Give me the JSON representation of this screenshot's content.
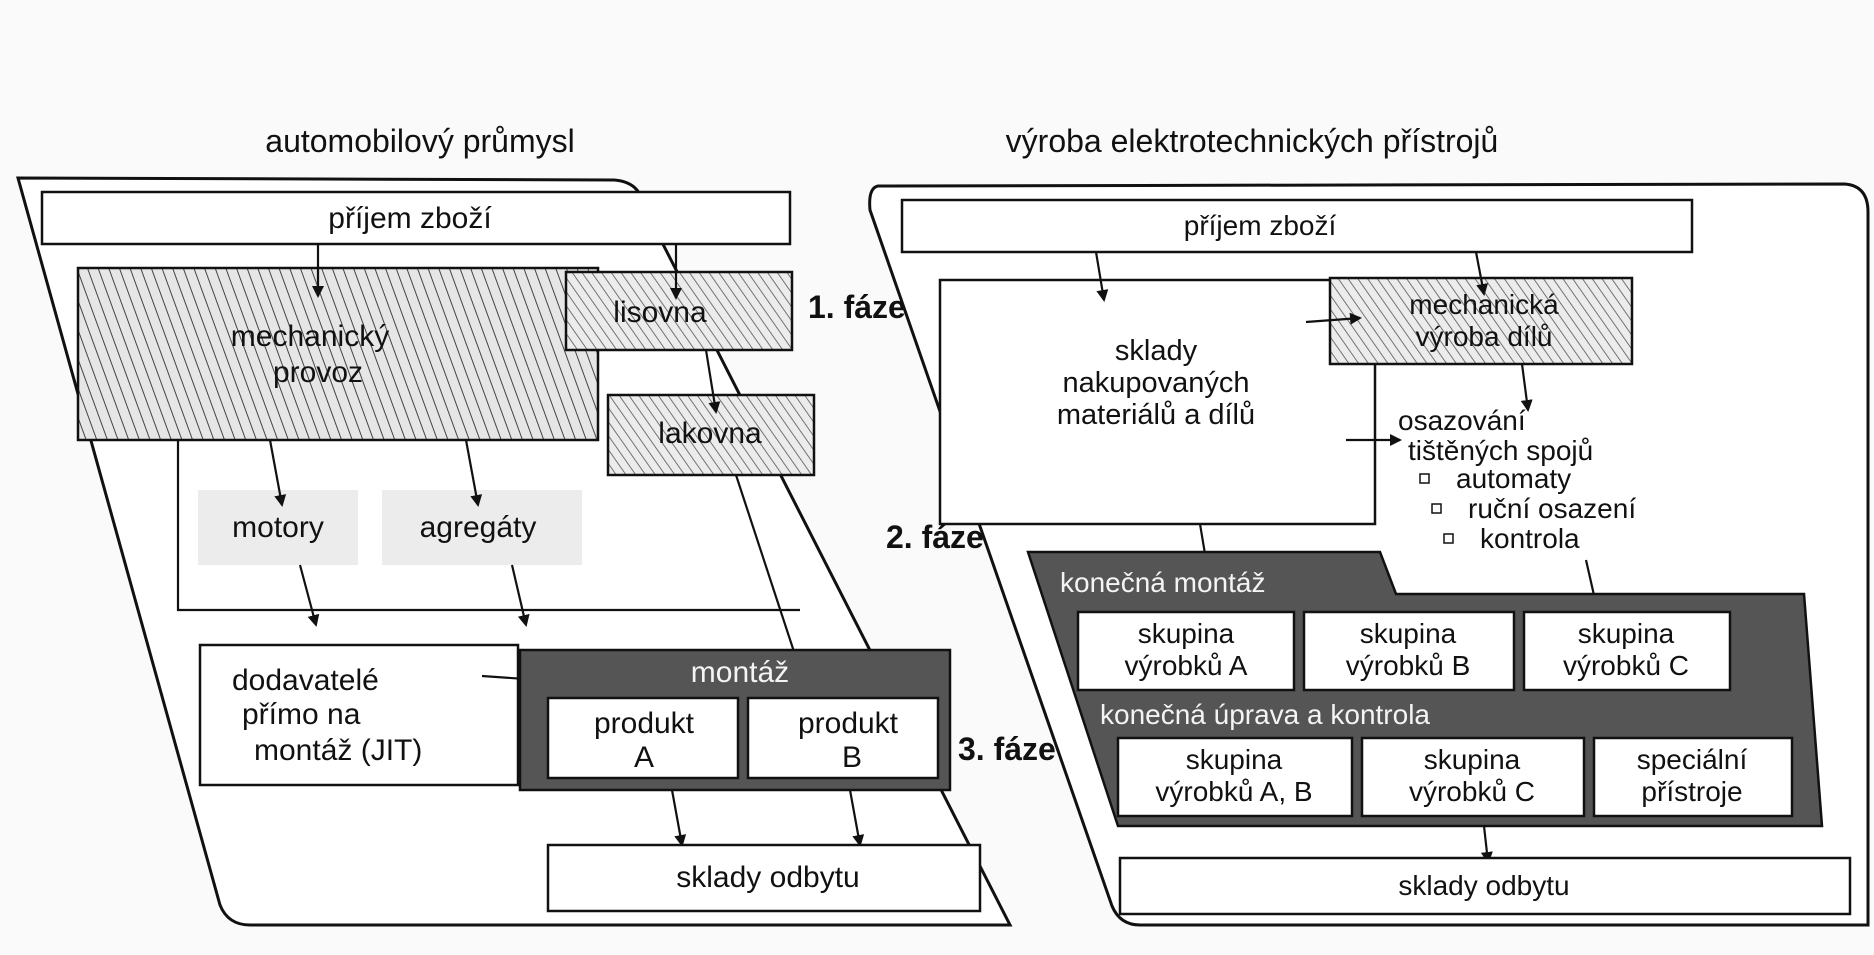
{
  "left": {
    "title": "automobilový průmysl",
    "receiving": "příjem zboží",
    "mechanical": [
      "mechanický",
      "provoz"
    ],
    "press_shop": "lisovna",
    "paint_shop": "lakovna",
    "engines": "motory",
    "aggregates": "agregáty",
    "suppliers": [
      "dodavatelé",
      "přímo na",
      "montáž (JIT)"
    ],
    "assembly": "montáž",
    "product_a": [
      "produkt",
      "A"
    ],
    "product_b": [
      "produkt",
      "B"
    ],
    "warehouse": "sklady odbytu"
  },
  "phases": {
    "phase1": "1. fáze",
    "phase2": "2. fáze",
    "phase3": "3. fáze"
  },
  "right": {
    "title": "výroba elektrotechnických přístrojů",
    "receiving": "příjem zboží",
    "stores": [
      "sklady",
      "nakupovaných",
      "materiálů a dílů"
    ],
    "mech_parts": [
      "mechanická",
      "výroba dílů"
    ],
    "pcb": [
      "osazování",
      "tištěných spojů"
    ],
    "pcb_items": [
      "automaty",
      "ruční osazení",
      "kontrola"
    ],
    "final_assembly": "konečná montáž",
    "groups1": [
      [
        "skupina",
        "výrobků A"
      ],
      [
        "skupina",
        "výrobků B"
      ],
      [
        "skupina",
        "výrobků C"
      ]
    ],
    "final_finish": "konečná úprava a kontrola",
    "groups2": [
      [
        "skupina",
        "výrobků A, B"
      ],
      [
        "skupina",
        "výrobků C"
      ],
      [
        "speciální",
        "přístroje"
      ]
    ],
    "warehouse": "sklady odbytu"
  }
}
